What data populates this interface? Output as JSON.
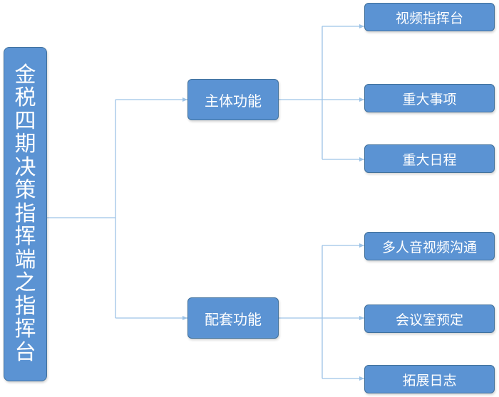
{
  "root": {
    "label": "金税四期决策指挥端之指挥台"
  },
  "branches": [
    {
      "label": "主体功能",
      "children": [
        "视频指挥台",
        "重大事项",
        "重大日程"
      ]
    },
    {
      "label": "配套功能",
      "children": [
        "多人音视频沟通",
        "会议室预定",
        "拓展日志"
      ]
    }
  ],
  "colors": {
    "node_fill": "#5b93d3",
    "node_border": "#41719c",
    "connector": "#9dc3e6",
    "text": "#ffffff"
  }
}
